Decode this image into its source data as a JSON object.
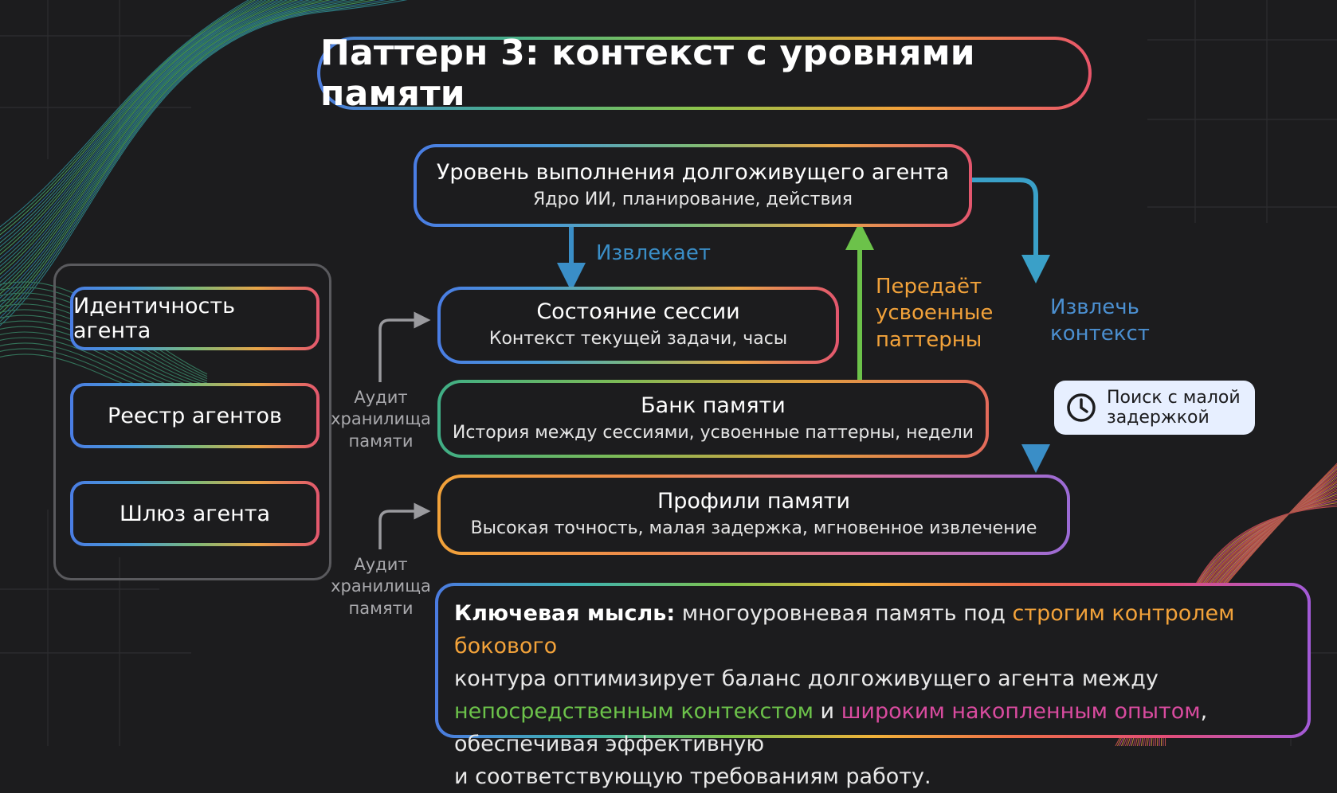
{
  "title": "Паттерн 3: контекст с уровнями памяти",
  "colors": {
    "background": "#1c1c1e",
    "arrow_blue": "#3a8ec7",
    "arrow_green": "#6cc24a",
    "arrow_cyan": "#3aa0c8",
    "label_orange": "#f2a23a",
    "label_blue": "#4b8fd0",
    "highlight_pink": "#d94b9f"
  },
  "runtime": {
    "title": "Уровень выполнения долгоживущего агента",
    "subtitle": "Ядро ИИ, планирование, действия"
  },
  "session": {
    "title": "Состояние сессии",
    "subtitle": "Контекст текущей задачи, часы"
  },
  "bank": {
    "title": "Банк памяти",
    "subtitle": "История между сессиями, усвоенные паттерны, недели"
  },
  "profiles": {
    "title": "Профили памяти",
    "subtitle": "Высокая точность, малая задержка, мгновенное извлечение"
  },
  "side_panel": {
    "items": [
      "Идентичность агента",
      "Реестр агентов",
      "Шлюз агента"
    ]
  },
  "arrows": {
    "retrieves": "Извлекает",
    "passes_line1": "Передаёт",
    "passes_line2": "усвоенные",
    "passes_line3": "паттерны",
    "extract_line1": "Извлечь",
    "extract_line2": "контекст",
    "audit1_line1": "Аудит",
    "audit1_line2": "хранилища",
    "audit1_line3": "памяти",
    "audit2_line1": "Аудит",
    "audit2_line2": "хранилища",
    "audit2_line3": "памяти"
  },
  "latency": {
    "icon": "clock-icon",
    "line1": "Поиск с малой",
    "line2": "задержкой"
  },
  "insight": {
    "lead": "Ключевая мысль:",
    "p1": " многоуровневая память под ",
    "h1": "строгим контролем бокового",
    "p2": "контура оптимизирует баланс долгоживущего агента между ",
    "h2": "непосредственным контекстом",
    "p3": " и ",
    "h3": "широким накопленным опытом",
    "p4": ", обеспечивая эффективную",
    "p5": "и соответствующую требованиям работу."
  }
}
